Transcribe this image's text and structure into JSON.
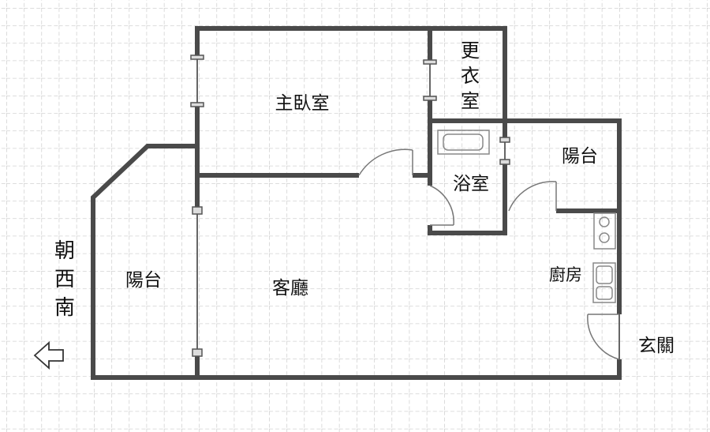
{
  "rooms": {
    "master_bedroom": "主臥室",
    "walk_in_closet": "更衣室",
    "bathroom": "浴室",
    "balcony_east": "陽台",
    "balcony_west": "陽台",
    "living_room": "客廳",
    "kitchen": "廚房",
    "entrance": "玄關"
  },
  "orientation": {
    "label": "朝西南",
    "arrow_icon": "arrow-left-icon"
  },
  "colors": {
    "wall": "#4a4a4a",
    "grid": "#c8c8c8",
    "fixture": "#888888"
  }
}
